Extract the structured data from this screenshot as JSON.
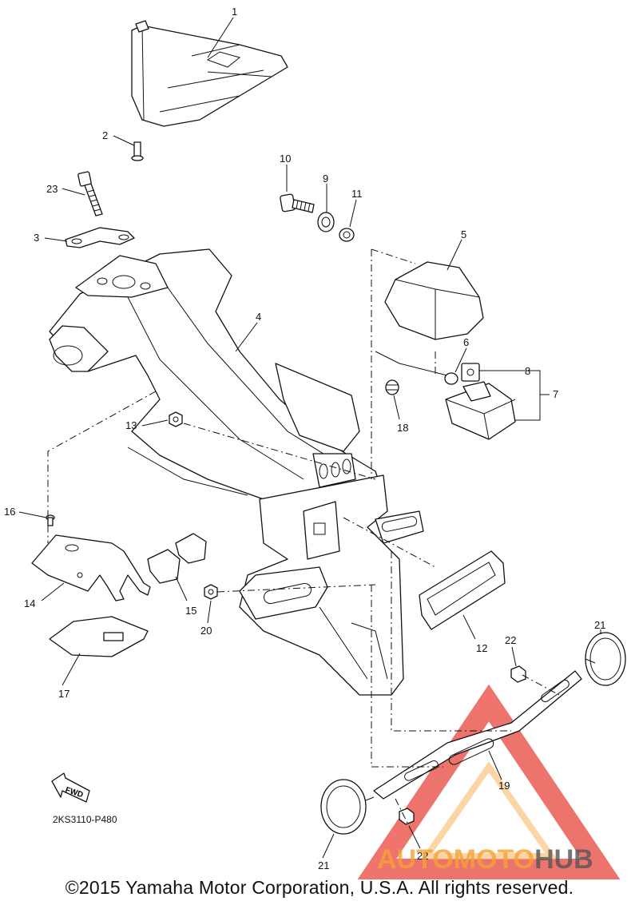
{
  "diagram": {
    "callouts": [
      {
        "id": "1",
        "label": "1"
      },
      {
        "id": "2",
        "label": "2"
      },
      {
        "id": "3",
        "label": "3"
      },
      {
        "id": "4",
        "label": "4"
      },
      {
        "id": "5",
        "label": "5"
      },
      {
        "id": "6",
        "label": "6"
      },
      {
        "id": "7",
        "label": "7"
      },
      {
        "id": "8",
        "label": "8"
      },
      {
        "id": "9",
        "label": "9"
      },
      {
        "id": "10",
        "label": "10"
      },
      {
        "id": "11",
        "label": "11"
      },
      {
        "id": "12",
        "label": "12"
      },
      {
        "id": "13",
        "label": "13"
      },
      {
        "id": "14",
        "label": "14"
      },
      {
        "id": "15",
        "label": "15"
      },
      {
        "id": "16",
        "label": "16"
      },
      {
        "id": "17",
        "label": "17"
      },
      {
        "id": "18",
        "label": "18"
      },
      {
        "id": "19",
        "label": "19"
      },
      {
        "id": "20",
        "label": "20"
      },
      {
        "id": "21a",
        "label": "21"
      },
      {
        "id": "21b",
        "label": "21"
      },
      {
        "id": "22a",
        "label": "22"
      },
      {
        "id": "22b",
        "label": "22"
      },
      {
        "id": "23",
        "label": "23"
      }
    ],
    "fwd_label": "FWD",
    "reference_code": "2KS3110-P480"
  },
  "watermark": {
    "brand_part1": "AUTOMOTO",
    "brand_part2": "HUB",
    "color_primary": "#e8463c",
    "color_secondary": "#f6a234",
    "color_dark": "#555555"
  },
  "copyright": "©2015 Yamaha Motor Corporation, U.S.A. All rights reserved."
}
